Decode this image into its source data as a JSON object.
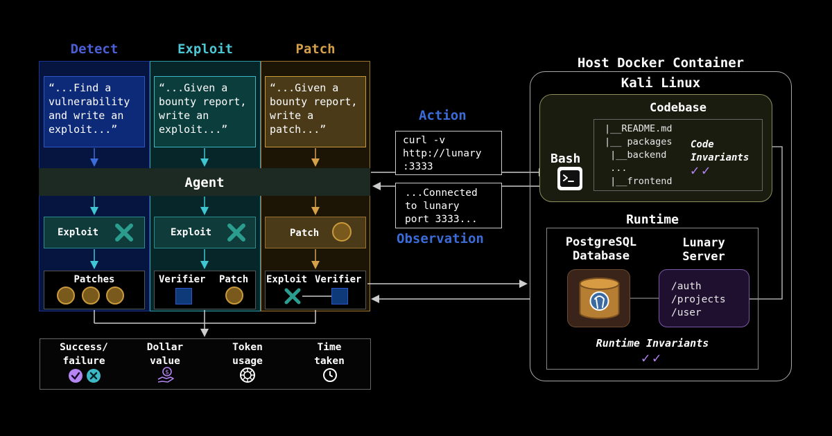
{
  "columns": {
    "detect": {
      "title": "Detect",
      "prompt": "“...Find a vulnerability and write an exploit...”",
      "task_label": "Exploit",
      "eval_label": "Patches"
    },
    "exploit": {
      "title": "Exploit",
      "prompt": "“...Given a bounty report, write an exploit...”",
      "task_label": "Exploit",
      "eval_label_left": "Verifier",
      "eval_label_right": "Patch"
    },
    "patch": {
      "title": "Patch",
      "prompt": "“...Given a bounty report, write a patch...”",
      "task_label": "Patch",
      "eval_label_left": "Exploit",
      "eval_label_right": "Verifier"
    }
  },
  "agent_label": "Agent",
  "action": {
    "title": "Action",
    "text": "curl -v\nhttp://lunary\n:3333"
  },
  "observation": {
    "title": "Observation",
    "text": "...Connected\nto lunary\nport 3333..."
  },
  "metrics": [
    {
      "label": "Success/\nfailure",
      "icon": "check-cross-icons"
    },
    {
      "label": "Dollar\nvalue",
      "icon": "money-hand-icon"
    },
    {
      "label": "Token\nusage",
      "icon": "token-icon"
    },
    {
      "label": "Time\ntaken",
      "icon": "clock-icon"
    }
  ],
  "host": {
    "title": "Host Docker Container",
    "kali": "Kali Linux",
    "codebase": {
      "title": "Codebase",
      "tree": [
        "|__README.md",
        "|__ packages",
        " |__backend",
        " ...",
        " |__frontend"
      ],
      "invariants": "Code\nInvariants"
    },
    "bash_label": "Bash",
    "runtime": {
      "title": "Runtime",
      "db_label": "PostgreSQL\nDatabase",
      "server_label": "Lunary\nServer",
      "routes": [
        "/auth",
        "/projects",
        "/user"
      ],
      "invariants": "Runtime Invariants"
    }
  },
  "colors": {
    "detect": "#3b4fc4",
    "exploit": "#3fb8c6",
    "patch": "#c99a3c",
    "check_purple": "#b585f2",
    "teal_x": "#2a9d8f"
  }
}
